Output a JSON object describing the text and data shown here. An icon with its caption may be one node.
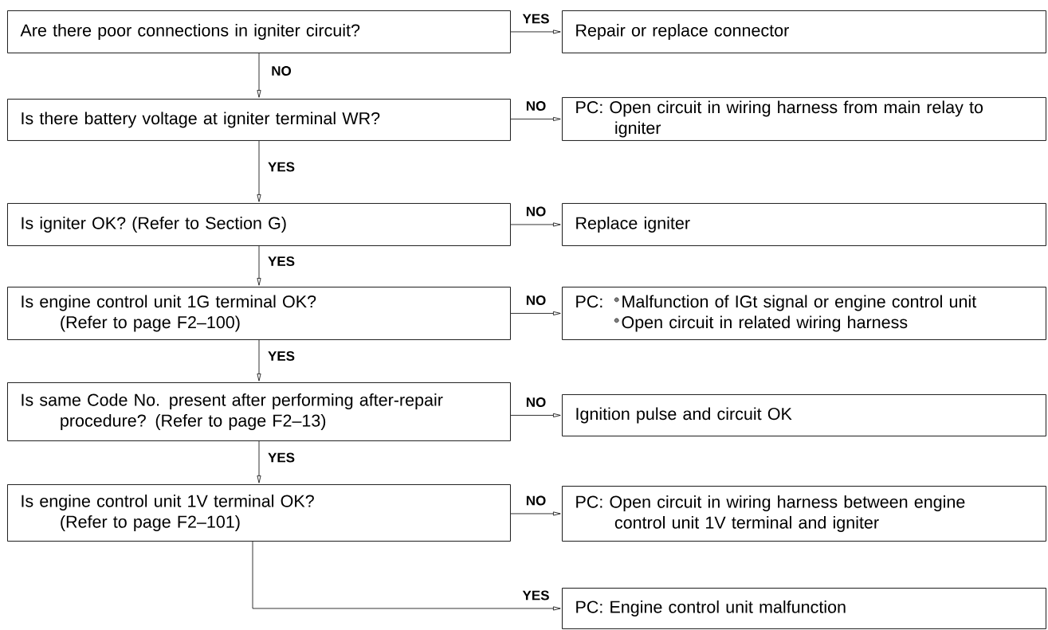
{
  "diagram": {
    "nodes": [
      {
        "text": [
          "Are there poor connections in igniter circuit?"
        ]
      },
      {
        "text": [
          "Repair or replace connector"
        ]
      },
      {
        "text": [
          "Is there battery voltage at igniter terminal WR?"
        ]
      },
      {
        "text": [
          "PC: Open circuit in wiring harness from main relay to igniter"
        ]
      },
      {
        "text": [
          "Is igniter OK? (Refer to Section G)"
        ]
      },
      {
        "text": [
          "Replace igniter"
        ]
      },
      {
        "text": [
          "Is engine control unit 1G terminal OK? (Refer to page F2–100)"
        ]
      },
      {
        "text": [
          "PC:",
          "Malfunction of IGt signal or engine control unit",
          "Open circuit in related wiring harness"
        ]
      },
      {
        "text": [
          "Is same Code No. present after performing after-repair procedure? (Refer to page F2–13)"
        ]
      },
      {
        "text": [
          "Ignition pulse and circuit OK"
        ]
      },
      {
        "text": [
          "Is engine control unit 1V terminal OK? (Refer to page F2–101)"
        ]
      },
      {
        "text": [
          "PC: Open circuit in wiring harness between engine control unit 1V terminal and igniter"
        ]
      },
      {
        "text": [
          "PC: Engine control unit malfunction"
        ]
      }
    ],
    "edges": [
      {
        "from": 0,
        "to": 1,
        "arrow": "to",
        "label": "YES"
      },
      {
        "from": 0,
        "to": 2,
        "arrow": "to",
        "label": "NO"
      },
      {
        "from": 2,
        "to": 3,
        "arrow": "to",
        "label": "NO"
      },
      {
        "from": 2,
        "to": 4,
        "arrow": "to",
        "label": "YES"
      },
      {
        "from": 4,
        "to": 5,
        "arrow": "to",
        "label": "NO"
      },
      {
        "from": 4,
        "to": 6,
        "arrow": "to",
        "label": "YES"
      },
      {
        "from": 6,
        "to": 7,
        "arrow": "to",
        "label": "NO"
      },
      {
        "from": 6,
        "to": 8,
        "arrow": "to",
        "label": "YES"
      },
      {
        "from": 8,
        "to": 9,
        "arrow": "to",
        "label": "NO"
      },
      {
        "from": 8,
        "to": 10,
        "arrow": "to",
        "label": "YES"
      },
      {
        "from": 10,
        "to": 11,
        "arrow": "to",
        "label": "NO"
      },
      {
        "from": 10,
        "to": 12,
        "arrow": "to",
        "label": "YES"
      }
    ]
  }
}
